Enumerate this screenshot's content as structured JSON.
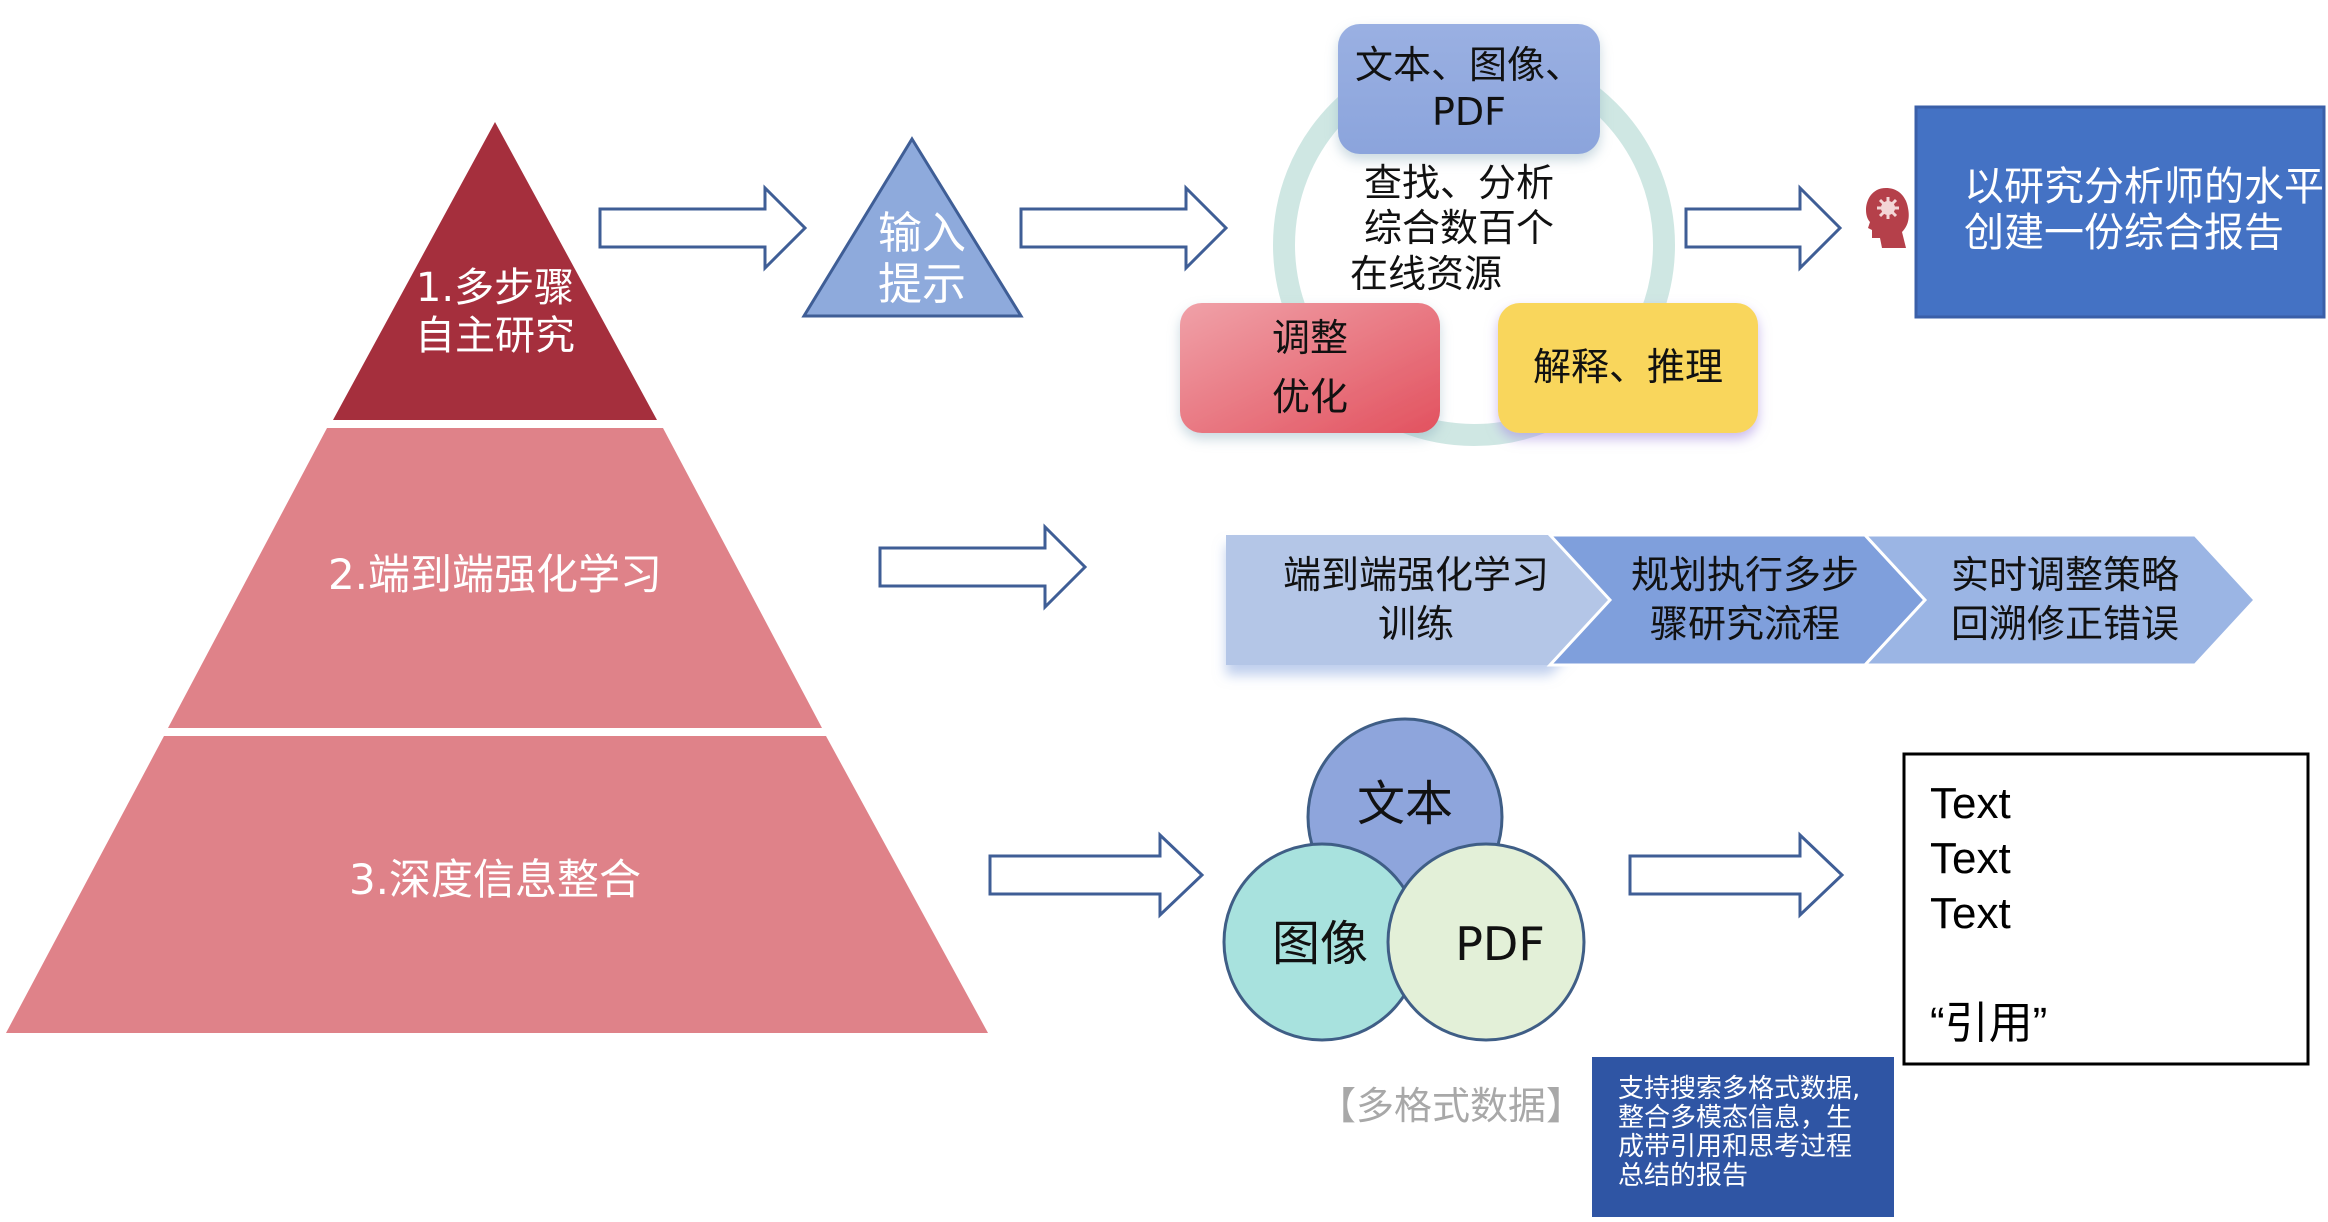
{
  "pyramid": {
    "tiers": [
      {
        "label_lines": [
          "1.多步骤",
          "自主研究"
        ],
        "color": "#a52f3d"
      },
      {
        "label_lines": [
          "2.端到端强化学习"
        ],
        "color": "#df8289"
      },
      {
        "label_lines": [
          "3.深度信息整合"
        ],
        "color": "#df8289"
      }
    ]
  },
  "row1": {
    "input_triangle": {
      "lines": [
        "输入",
        "提示"
      ],
      "color": "#8eaadc"
    },
    "cycle": {
      "top_box": {
        "lines": [
          "文本、图像、",
          "PDF"
        ],
        "color": "#8fa8dd"
      },
      "center_text": [
        "查找、分析",
        "综合数百个",
        "在线资源"
      ],
      "left_box": {
        "lines": [
          "调整",
          "优化"
        ],
        "color": "#e8707e"
      },
      "right_box": {
        "lines": [
          "解释、推理"
        ],
        "color": "#f9d65c"
      },
      "ring_color": "#cfe7e3"
    },
    "analyst_icon": "head-brain-icon",
    "result_box": {
      "lines": [
        "以研究分析师的水平",
        "创建一份综合报告"
      ],
      "color": "#4472c4"
    }
  },
  "row2": {
    "chevrons": [
      {
        "lines": [
          "端到端强化学习",
          "训练"
        ],
        "color": "#b4c6e7"
      },
      {
        "lines": [
          "规划执行多步",
          "骤研究流程"
        ],
        "color": "#7f9fdc"
      },
      {
        "lines": [
          "实时调整策略",
          "回溯修正错误"
        ],
        "color": "#9bb5e4"
      }
    ]
  },
  "row3": {
    "circles": [
      {
        "label": "文本",
        "color": "#8ea5dc"
      },
      {
        "label": "图像",
        "color": "#a8e2de"
      },
      {
        "label": "PDF",
        "color": "#e3f0d8"
      }
    ],
    "caption": "【多格式数据】",
    "note_box": {
      "lines": [
        "支持搜索多格式数据,",
        "整合多模态信息，生",
        "成带引用和思考过程",
        "总结的报告"
      ],
      "color": "#2f55a4"
    },
    "report": {
      "lines": [
        "Text",
        "Text",
        "Text",
        "",
        "“引用”"
      ]
    }
  },
  "arrow_stroke": "#3f5e96"
}
